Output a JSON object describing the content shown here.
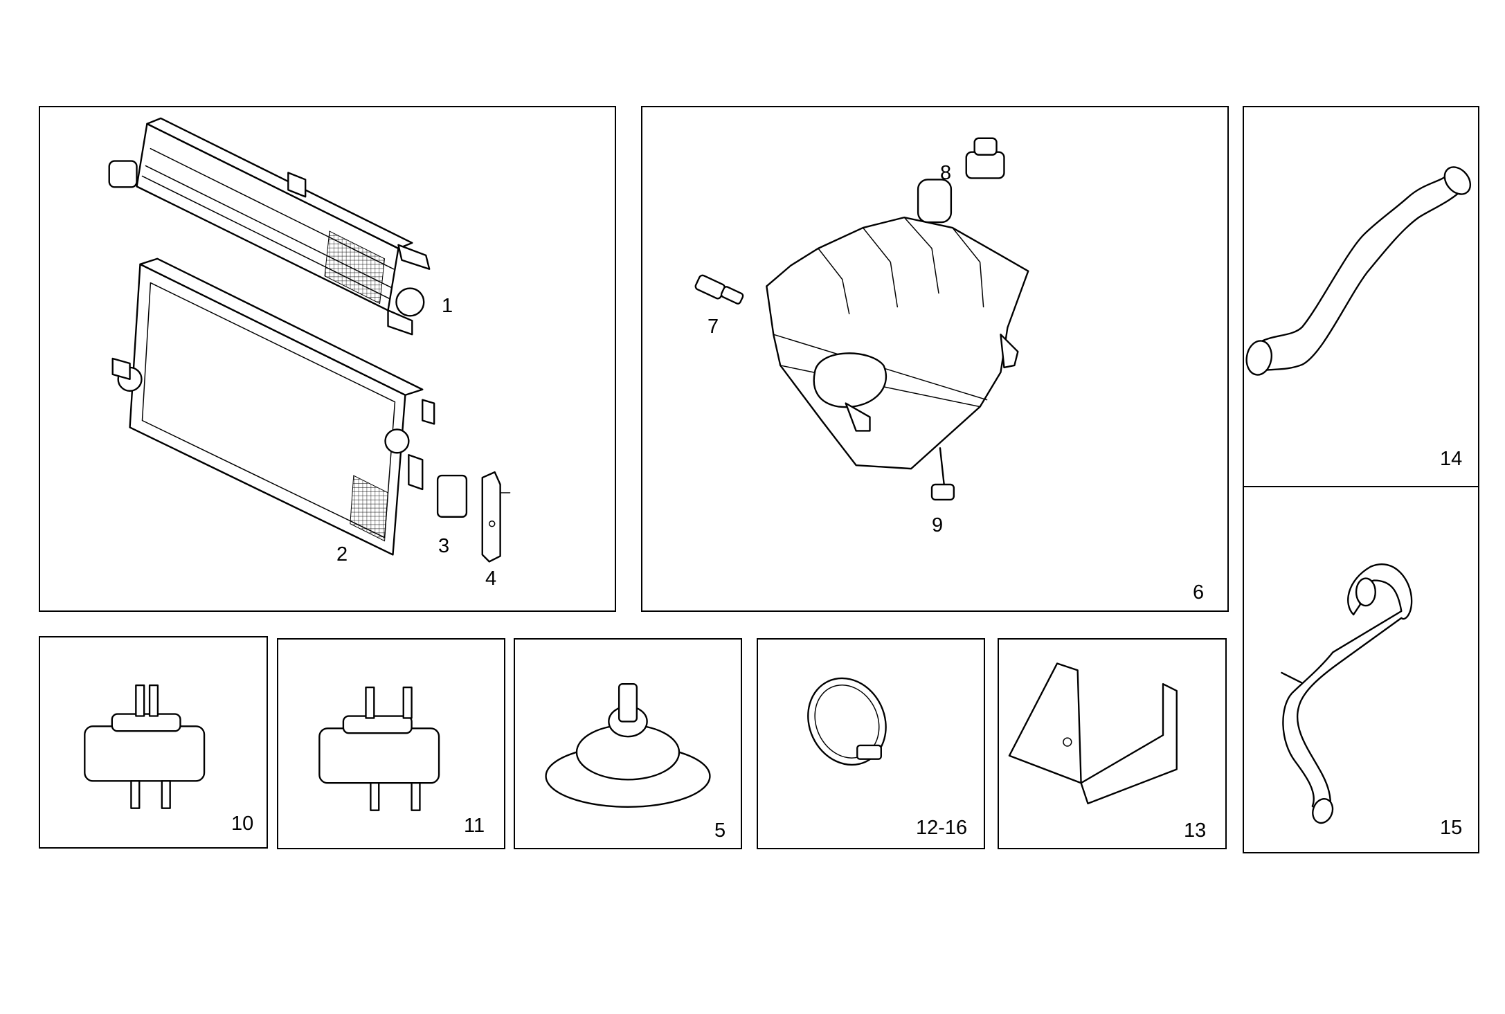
{
  "diagram": {
    "panels": [
      {
        "id": "radiator-intercooler",
        "callouts": [
          "1",
          "2",
          "3",
          "4"
        ]
      },
      {
        "id": "expansion-tank",
        "callouts": [
          "6",
          "7",
          "8",
          "9"
        ]
      },
      {
        "id": "hose-upper",
        "callouts": [
          "14"
        ]
      },
      {
        "id": "hose-lower",
        "callouts": [
          "15"
        ]
      },
      {
        "id": "mount-a",
        "callouts": [
          "10"
        ]
      },
      {
        "id": "mount-b",
        "callouts": [
          "11"
        ]
      },
      {
        "id": "mount-c",
        "callouts": [
          "5"
        ]
      },
      {
        "id": "hose-clamp",
        "callouts": [
          "12-16"
        ]
      },
      {
        "id": "bracket",
        "callouts": [
          "13"
        ]
      }
    ]
  }
}
